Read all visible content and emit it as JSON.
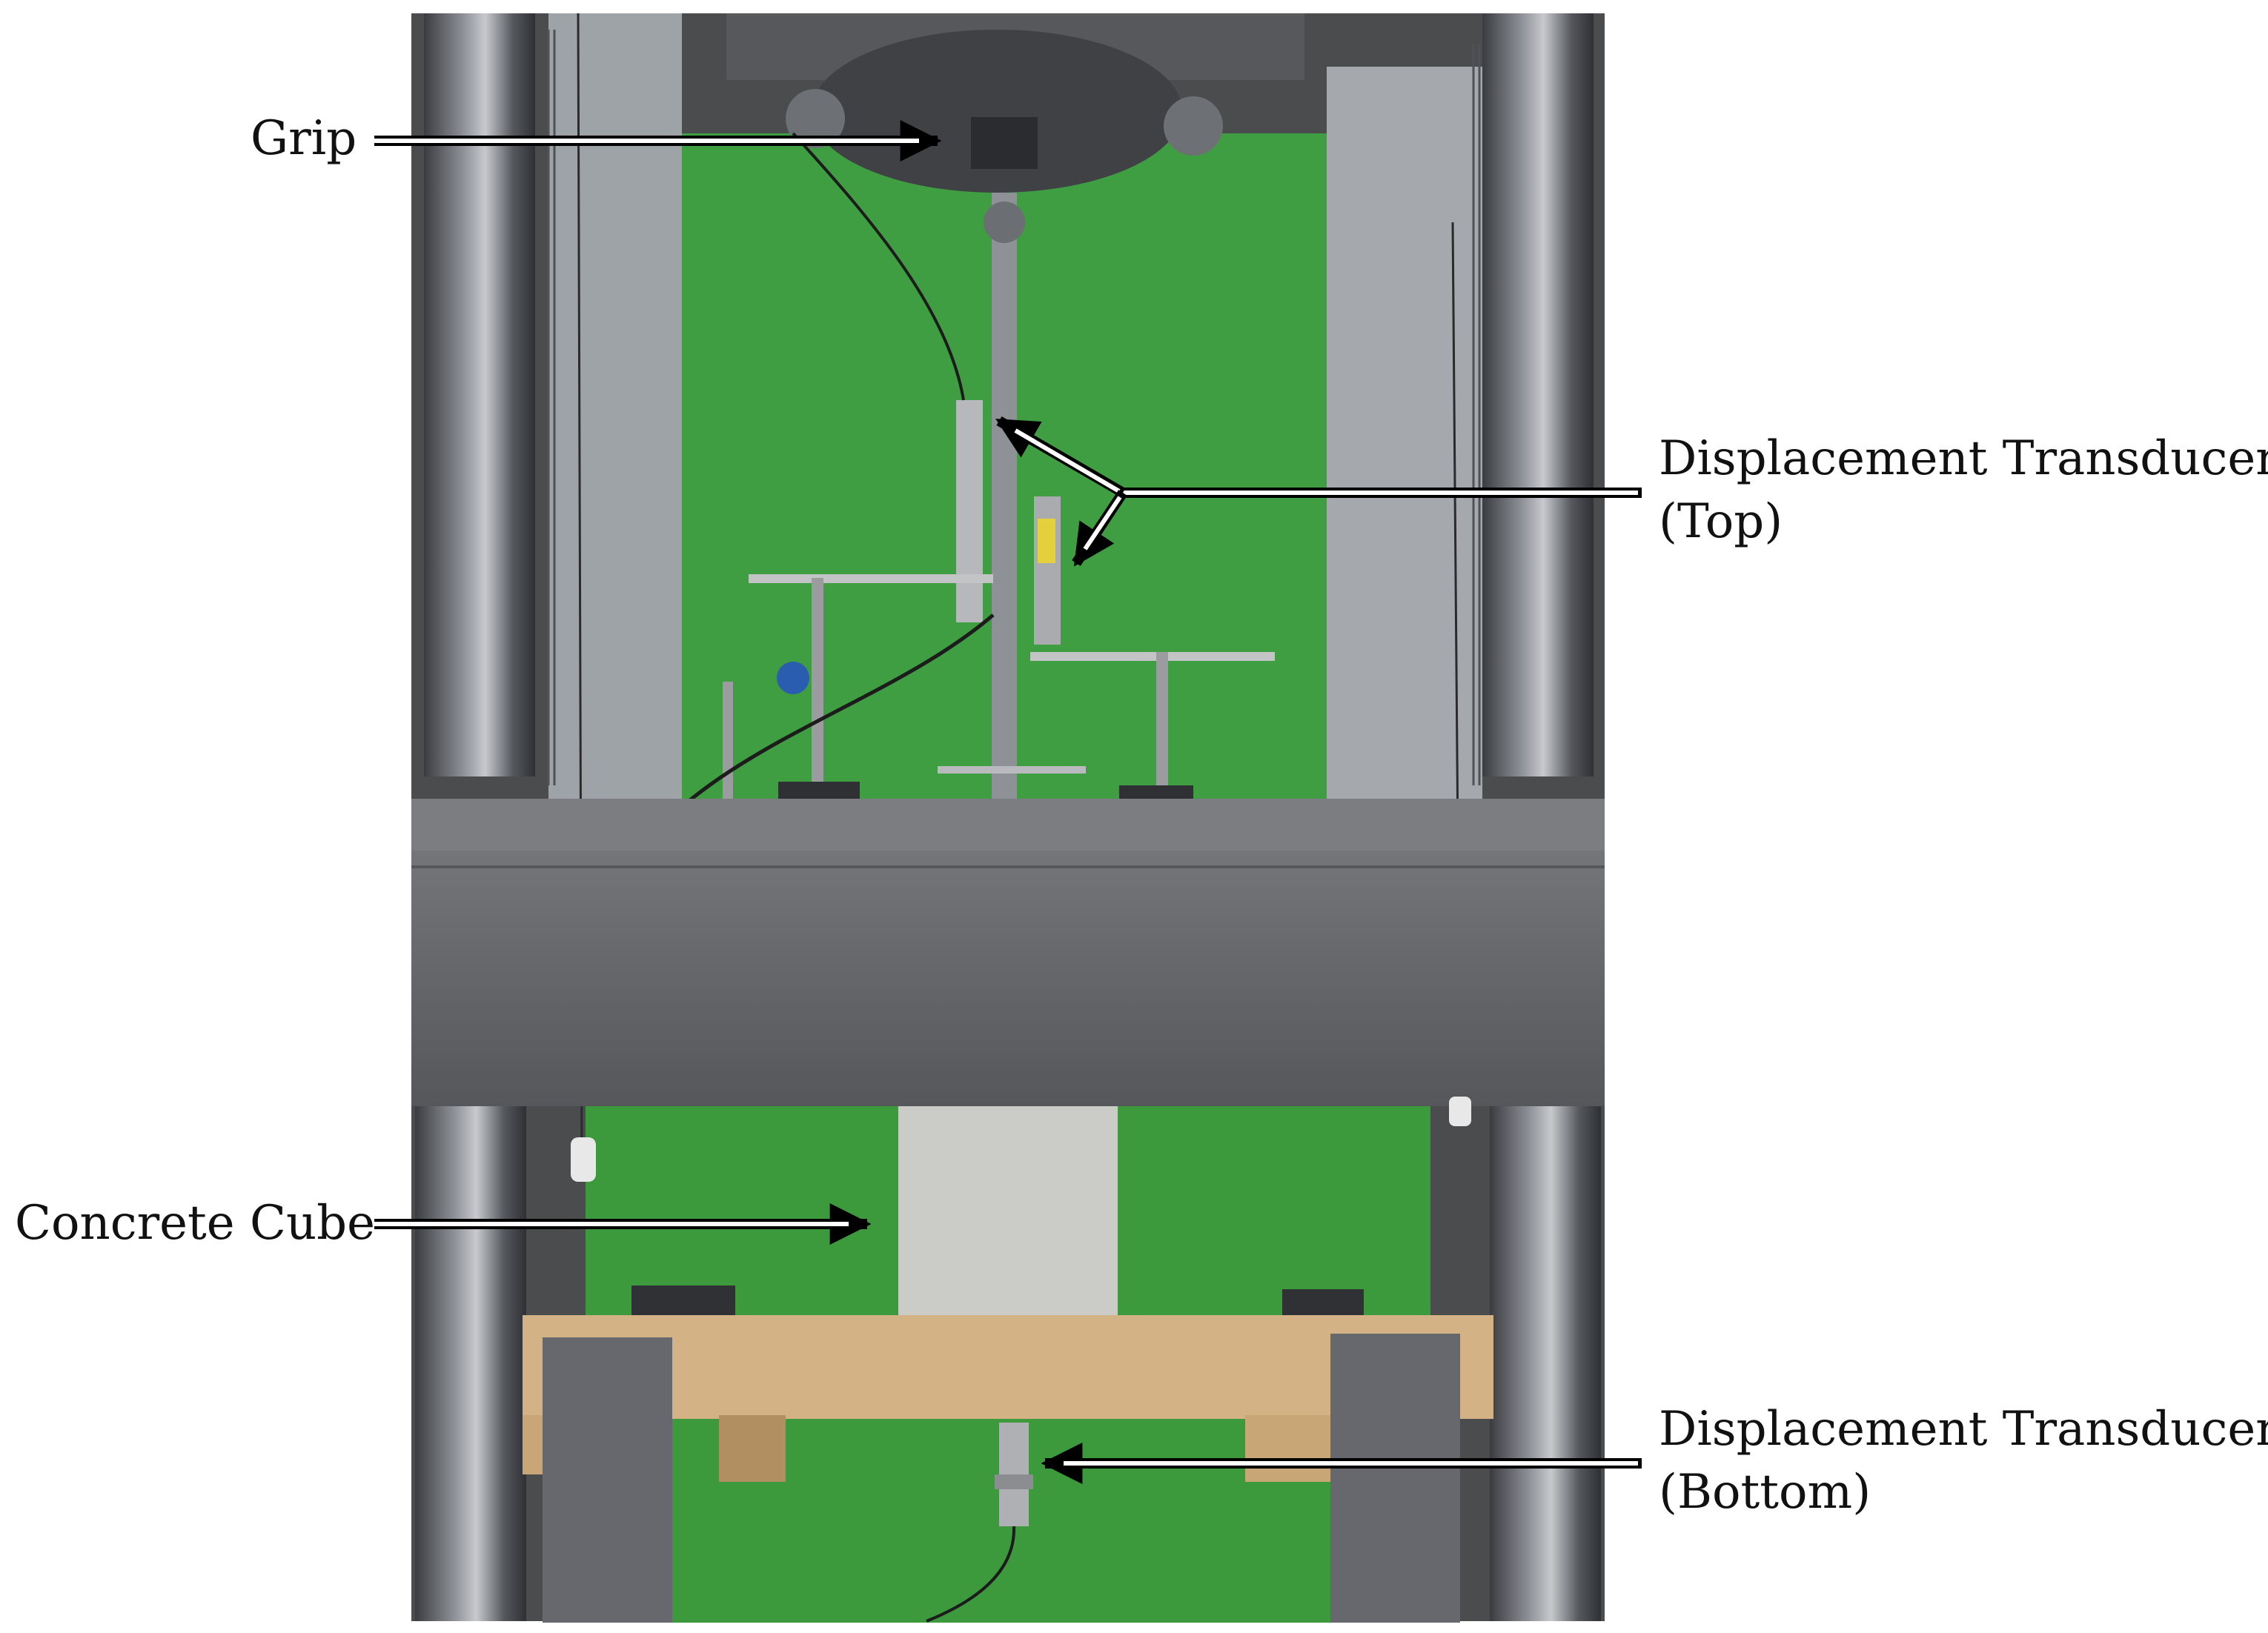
{
  "figure": {
    "labels": {
      "grip": "Grip",
      "top_transducers_line1": "Displacement Transducers",
      "top_transducers_line2": "(Top)",
      "concrete_cube": "Concrete Cube",
      "bottom_transducer_line1": "Displacement Transducer",
      "bottom_transducer_line2": "(Bottom)"
    },
    "colors": {
      "green_backdrop": "#3d9b3e",
      "steel_frame": "#5a5d62",
      "crossbeam": "#6f7176",
      "concrete_cube": "#c9cac6",
      "wood_frame": "#d2b284",
      "arrow": "#000000"
    }
  }
}
